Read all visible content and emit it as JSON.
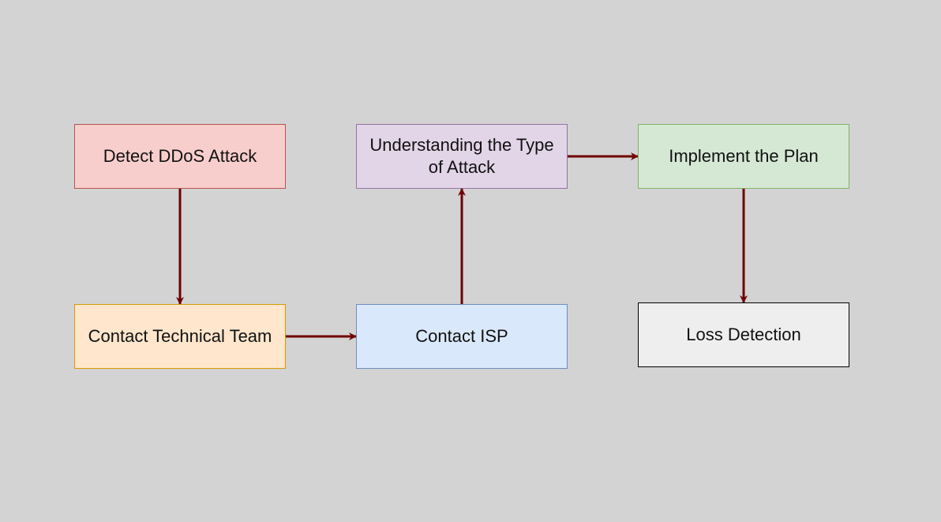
{
  "diagram": {
    "nodes": [
      {
        "id": "detect",
        "label": "Detect DDoS Attack",
        "fill": "#f8cecc",
        "stroke": "#b85450"
      },
      {
        "id": "understand",
        "label": "Understanding the Type of Attack",
        "fill": "#e1d5e7",
        "stroke": "#9673a6"
      },
      {
        "id": "implement",
        "label": "Implement the Plan",
        "fill": "#d5e8d4",
        "stroke": "#82b366"
      },
      {
        "id": "contact_tech",
        "label": "Contact Technical Team",
        "fill": "#ffe6cc",
        "stroke": "#d79b00"
      },
      {
        "id": "contact_isp",
        "label": "Contact ISP",
        "fill": "#dae8fc",
        "stroke": "#6c8ebf"
      },
      {
        "id": "loss",
        "label": "Loss Detection",
        "fill": "#eeeeee",
        "stroke": "#000000"
      }
    ],
    "edges": [
      {
        "from": "detect",
        "to": "contact_tech"
      },
      {
        "from": "contact_tech",
        "to": "contact_isp"
      },
      {
        "from": "contact_isp",
        "to": "understand"
      },
      {
        "from": "understand",
        "to": "implement"
      },
      {
        "from": "implement",
        "to": "loss"
      }
    ],
    "edge_color": "#6f0000",
    "background": "#d3d3d3"
  }
}
